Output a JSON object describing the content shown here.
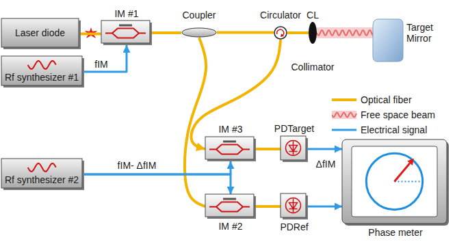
{
  "diagram": {
    "nodes": [
      {
        "text": [
          "Laser diode"
        ]
      },
      {
        "text": [
          "IM #1"
        ]
      },
      {
        "text": [
          "Coupler"
        ]
      },
      {
        "text": [
          "Circulator"
        ]
      },
      {
        "text": [
          "CL",
          "Collimator"
        ]
      },
      {
        "text": [
          "Target Mirror"
        ]
      },
      {
        "text": [
          "Rf synthesizer #1"
        ]
      },
      {
        "text": [
          "Rf synthesizer #2"
        ]
      },
      {
        "text": [
          "IM #3"
        ]
      },
      {
        "text": [
          "IM #2"
        ]
      },
      {
        "text": [
          "PDTarget"
        ]
      },
      {
        "text": [
          "PDRef"
        ]
      },
      {
        "text": [
          "Phase meter"
        ]
      }
    ],
    "edges": [
      {
        "from": 0,
        "to": 1,
        "arrow": "none"
      },
      {
        "from": 6,
        "to": 1,
        "arrow": "to",
        "label": "fIM"
      },
      {
        "from": 1,
        "to": 2,
        "arrow": "none"
      },
      {
        "from": 2,
        "to": 3,
        "arrow": "none"
      },
      {
        "from": 3,
        "to": 4,
        "arrow": "none"
      },
      {
        "from": 4,
        "to": 5,
        "arrow": "none"
      },
      {
        "from": 2,
        "to": 9,
        "arrow": "none"
      },
      {
        "from": 3,
        "to": 8,
        "arrow": "to"
      },
      {
        "from": 7,
        "to": 8,
        "arrow": "to",
        "label": "fIM- ΔfIM"
      },
      {
        "from": 7,
        "to": 9,
        "arrow": "to"
      },
      {
        "from": 8,
        "to": 10,
        "arrow": "none"
      },
      {
        "from": 9,
        "to": 11,
        "arrow": "none"
      },
      {
        "from": 10,
        "to": 12,
        "arrow": "to",
        "label": "ΔfIM"
      },
      {
        "from": 11,
        "to": 12,
        "arrow": "to"
      }
    ],
    "legend": [
      {
        "text": "Optical fiber"
      },
      {
        "text": "Free space beam"
      },
      {
        "text": "Electrical signal"
      }
    ]
  }
}
